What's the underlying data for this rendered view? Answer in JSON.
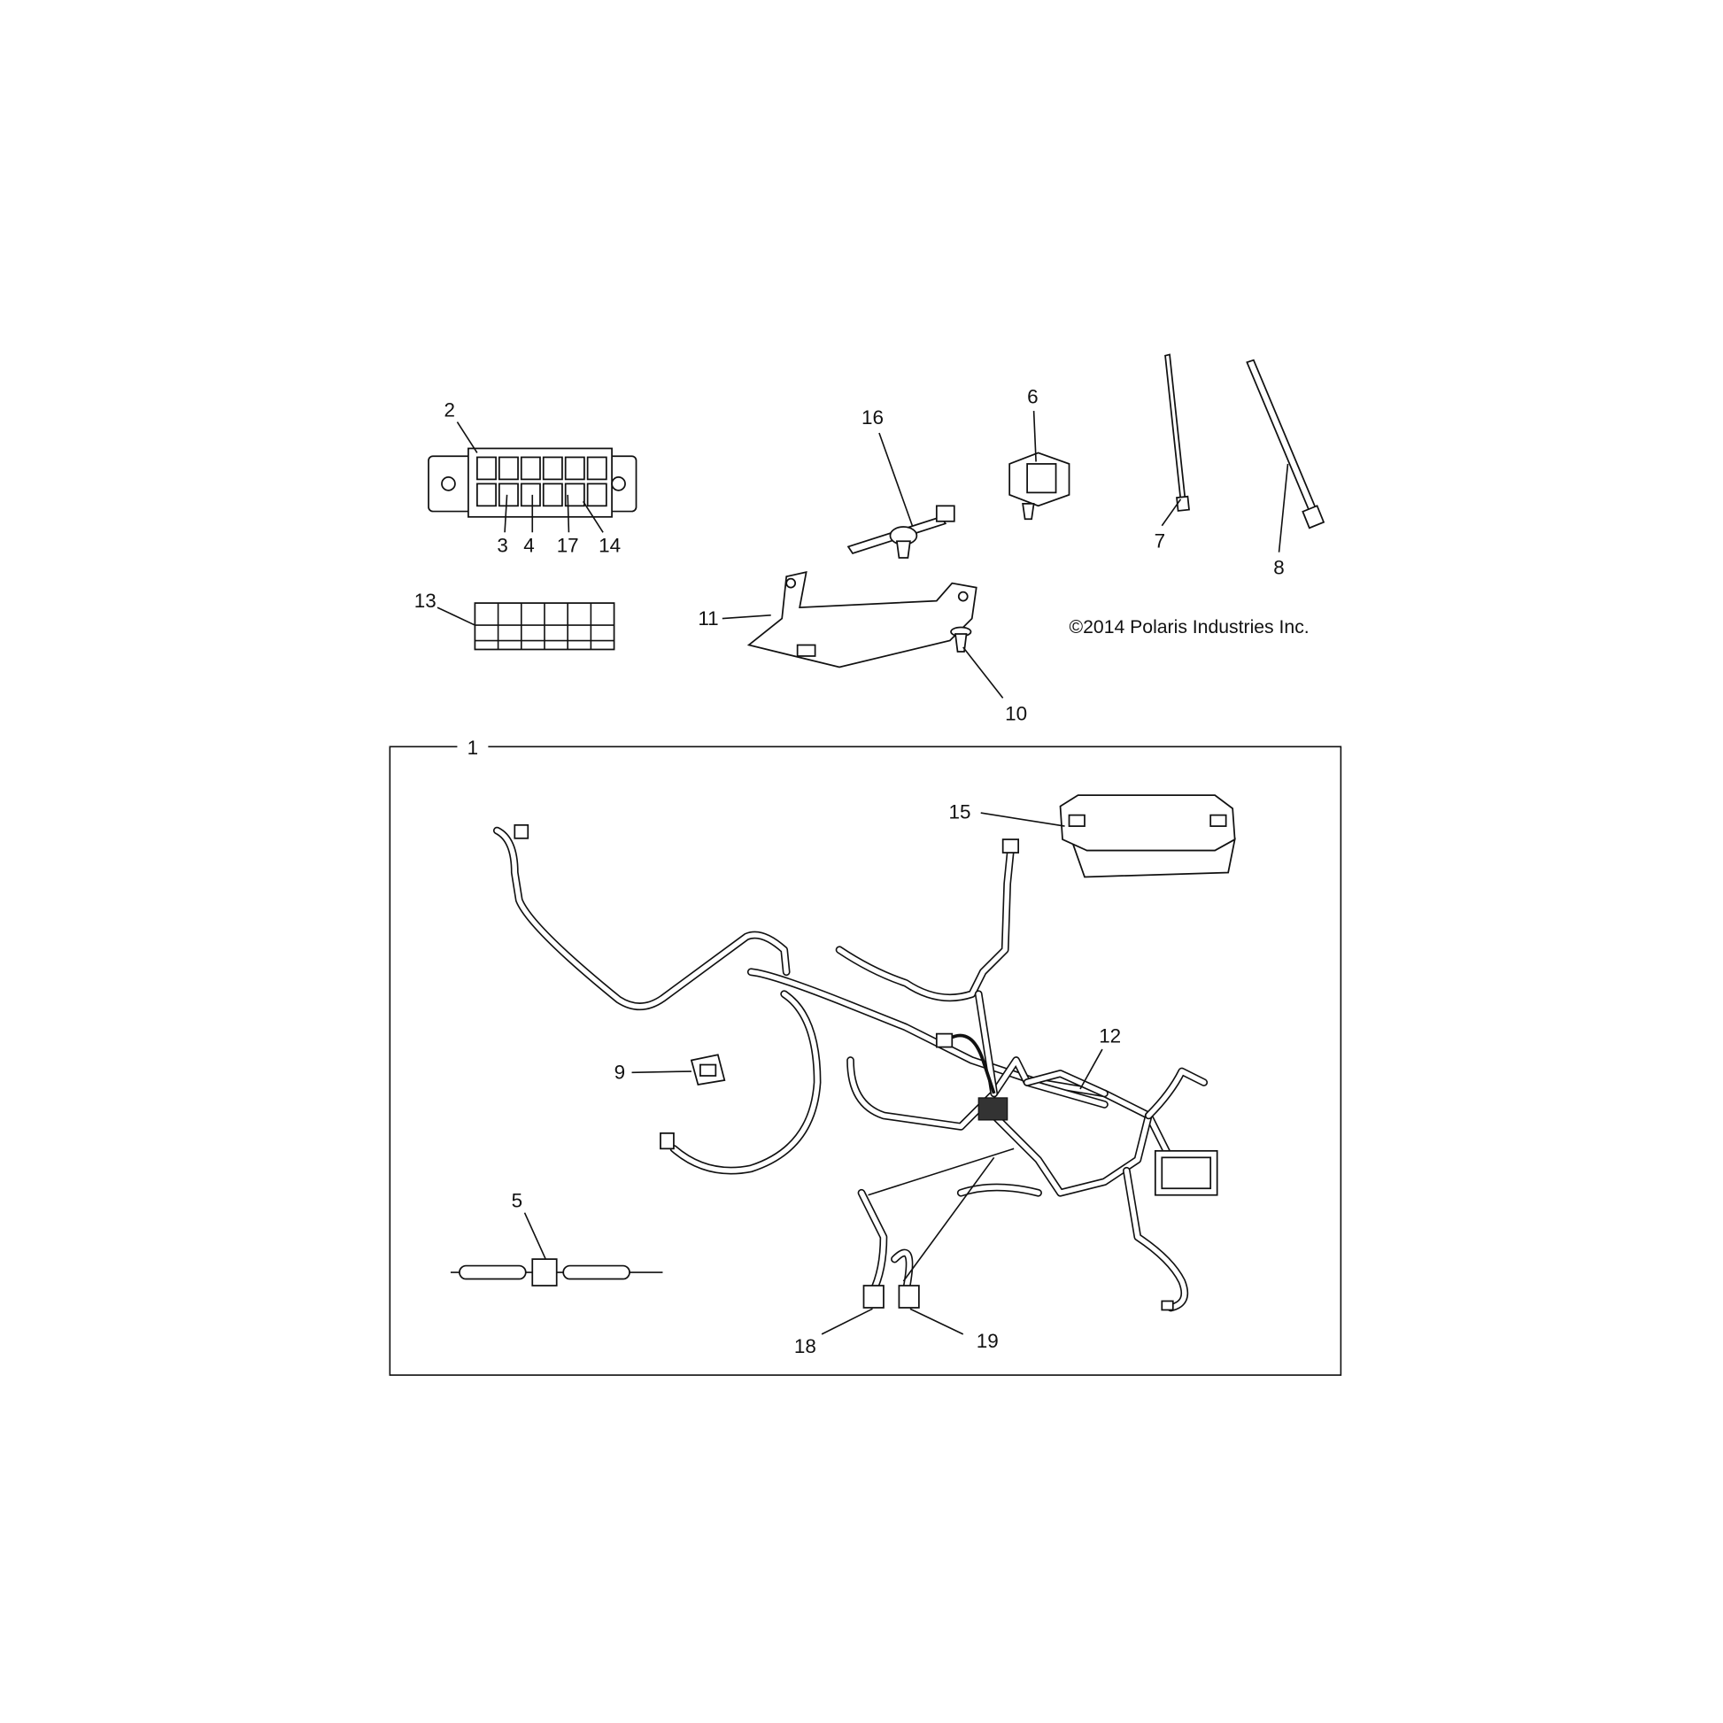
{
  "copyright": "©2014 Polaris Industries Inc.",
  "callouts": {
    "c1": "1",
    "c2": "2",
    "c3": "3",
    "c4": "4",
    "c5": "5",
    "c6": "6",
    "c7": "7",
    "c8": "8",
    "c9": "9",
    "c10": "10",
    "c11": "11",
    "c12": "12",
    "c13": "13",
    "c14": "14",
    "c15": "15",
    "c16": "16",
    "c17": "17",
    "c18": "18",
    "c19": "19"
  }
}
